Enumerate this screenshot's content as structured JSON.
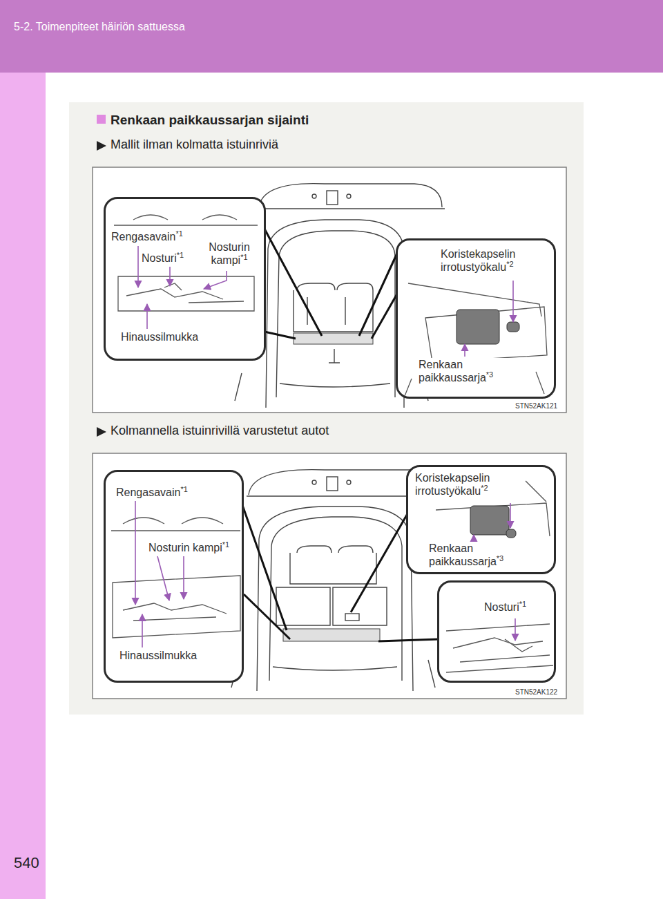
{
  "diagram": {
    "title": "Renkaan paikkaussarjan sijainti",
    "nodes": [
      {
        "text": [
          "Rengasavain*1",
          "Nosturi*1",
          "Nosturin kampi*1",
          "Hinaussilmukka"
        ]
      },
      {
        "text": [
          "Koristekapselin irrotustyökalu*2",
          "Renkaan paikkaussarja*3"
        ]
      },
      {
        "text": [
          "Rengasavain*1",
          "Nosturin kampi*1",
          "Hinaussilmukka"
        ]
      },
      {
        "text": [
          "Koristekapselin irrotustyökalu*2",
          "Renkaan paikkaussarja*3"
        ]
      },
      {
        "text": [
          "Nosturi*1"
        ]
      }
    ],
    "labels": [
      "5-2. Toimenpiteet häiriön sattuessa",
      "Mallit ilman kolmatta istuinriviä",
      "STN52AK121",
      "Kolmannella istuinrivillä varustetut autot",
      "STN52AK122",
      "540"
    ]
  }
}
